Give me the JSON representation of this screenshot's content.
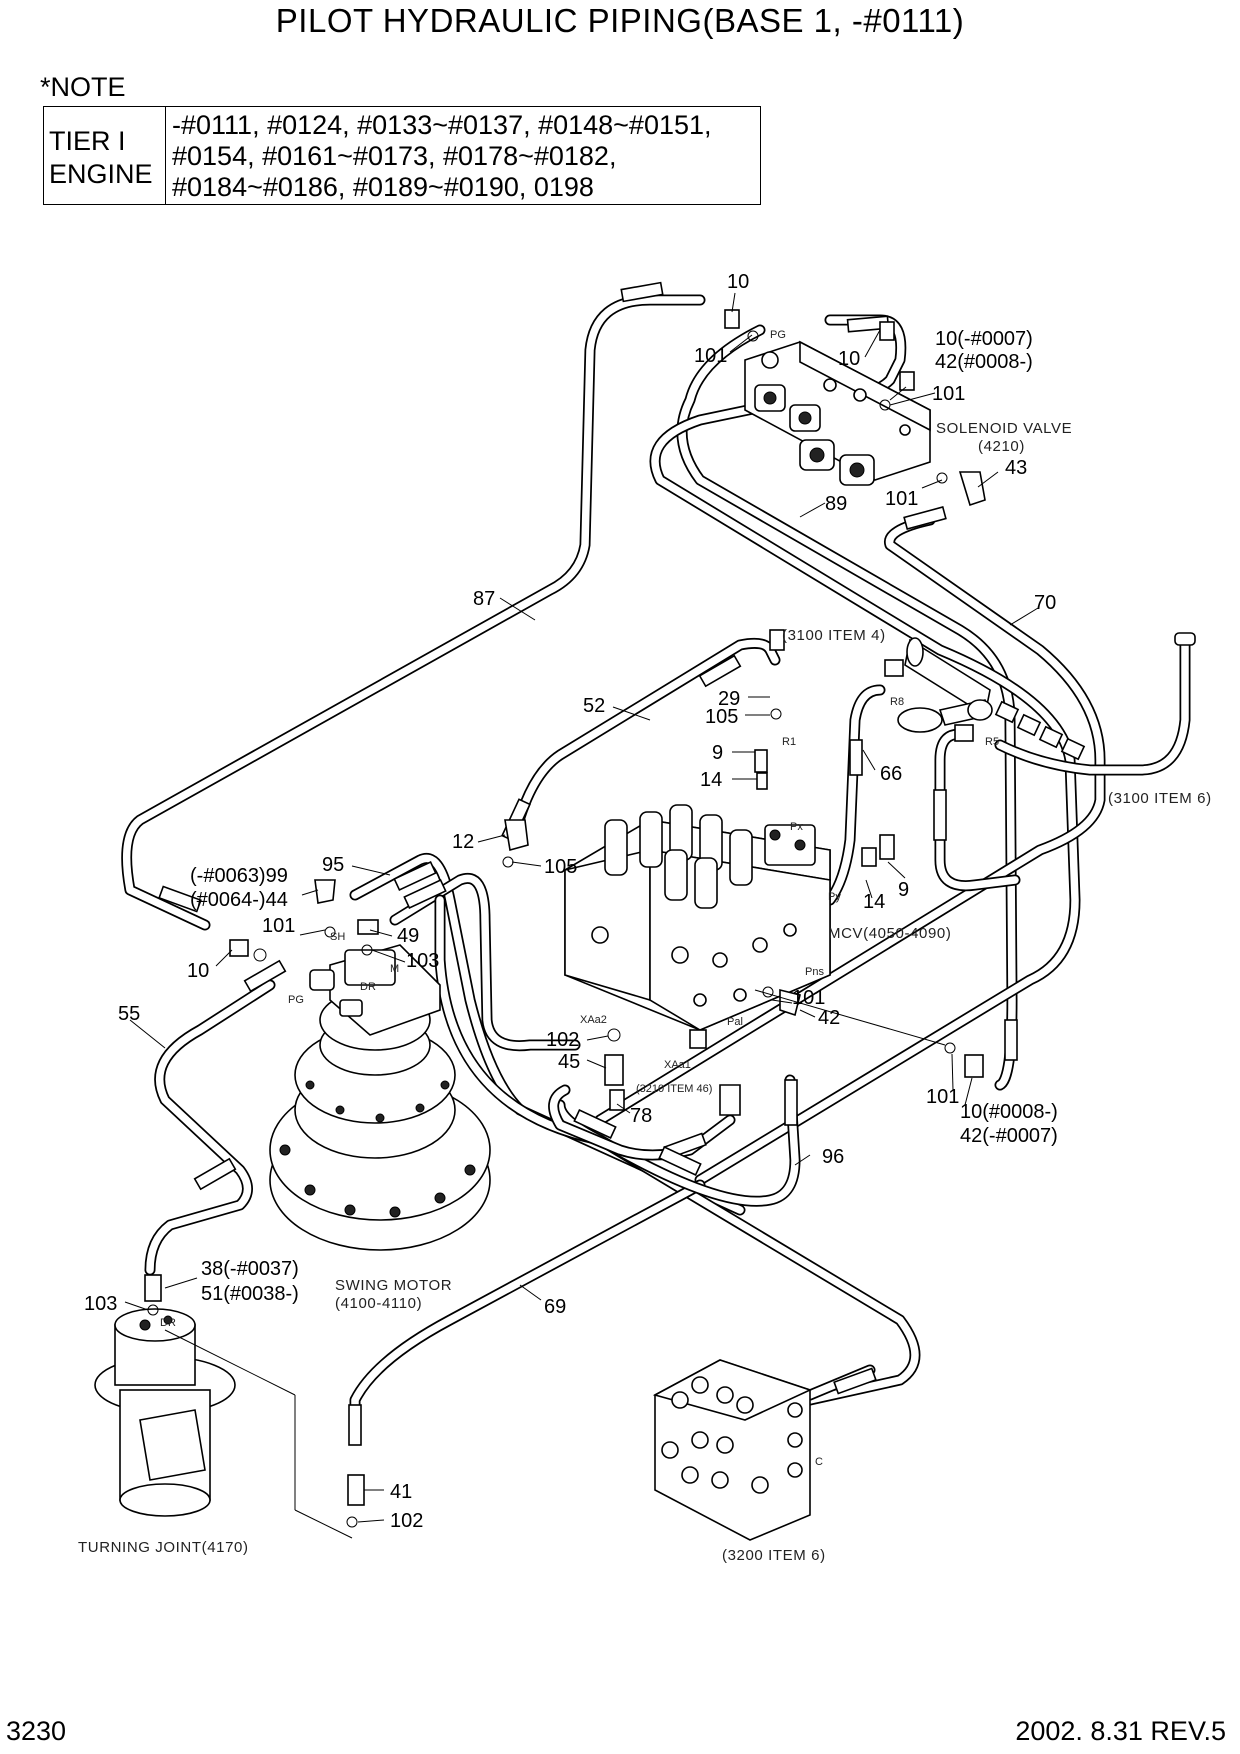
{
  "title": "PILOT HYDRAULIC PIPING(BASE 1, -#0111)",
  "note": {
    "heading": "*NOTE",
    "label_line1": "TIER I",
    "label_line2": "ENGINE",
    "serials": [
      "-#0111, #0124, #0133~#0137, #0148~#0151,",
      " #0154, #0161~#0173, #0178~#0182,",
      " #0184~#0186, #0189~#0190, 0198"
    ]
  },
  "components": {
    "solenoid_valve": {
      "name": "SOLENOID VALVE",
      "code": "(4210)"
    },
    "mcv": "MCV(4050-4090)",
    "swing_motor": {
      "name": "SWING MOTOR",
      "code": "(4100-4110)"
    },
    "turning_joint": "TURNING JOINT(4170)",
    "ref_3100_item4": "(3100 ITEM 4)",
    "ref_3100_item6": "(3100 ITEM 6)",
    "ref_3200_item6": "(3200 ITEM 6)",
    "ref_3210_item46": "(3210 ITEM 46)"
  },
  "port_labels": {
    "pg_top": "PG",
    "r8": "R8",
    "r5": "R5",
    "r1": "R1",
    "px": "Px",
    "py": "Py",
    "sh": "SH",
    "m": "M",
    "dr": "DR",
    "pg_motor": "PG",
    "xaa2": "XAa2",
    "xaa1": "XAa1",
    "pal": "Pal",
    "pns": "Pns",
    "c": "C",
    "dr_joint": "DR"
  },
  "callouts": {
    "c10_top": "10",
    "c101_top": "101",
    "c10_sol": "10",
    "c10_n0007": "10(-#0007)",
    "c42_n0008": "42(#0008-)",
    "c101_sol": "101",
    "c43": "43",
    "c101_sol2": "101",
    "c89": "89",
    "c87": "87",
    "c70": "70",
    "c52": "52",
    "c29": "29",
    "c105_top": "105",
    "c9_r1": "9",
    "c14_r1": "14",
    "c66": "66",
    "c12": "12",
    "c105_mid": "105",
    "c95": "95",
    "c99": "(-#0063)99",
    "c44": "(#0064-)44",
    "c101_motor": "101",
    "c49": "49",
    "c103_motor": "103",
    "c10_motor": "10",
    "c14_py": "14",
    "c9_py": "9",
    "c55": "55",
    "c101_mcv": "101",
    "c42_mcv": "42",
    "c102_mcv": "102",
    "c45": "45",
    "c78": "78",
    "c101_right": "101",
    "c10_n0008": "10(#0008-)",
    "c42_n0007": "42(-#0007)",
    "c96": "96",
    "c38": "38(-#0037)",
    "c51": "51(#0038-)",
    "c103_joint": "103",
    "c69": "69",
    "c41": "41",
    "c102_bottom": "102"
  },
  "footer": {
    "page": "3230",
    "revision": "2002. 8.31 REV.5"
  }
}
